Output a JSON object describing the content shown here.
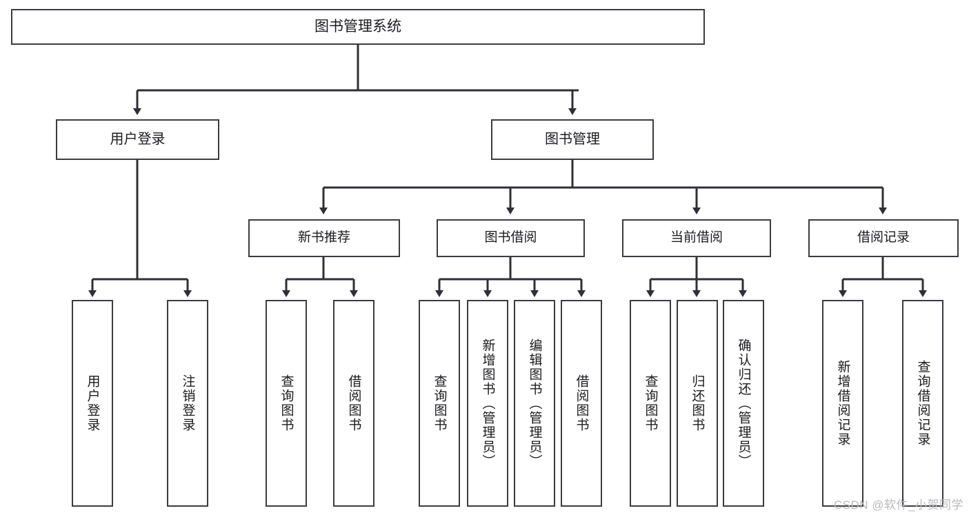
{
  "diagram": {
    "title": "图书管理系统",
    "watermark": "CSDN @软件_小贺同学",
    "line_color": "#3b3b42",
    "box_border_color": "#3b3b42",
    "box_fill_color": "#ffffff",
    "text_color": "#1b1b1f",
    "watermark_color": "#b9b9bd"
  },
  "nodes": {
    "root": {
      "label": "图书管理系统"
    },
    "level2": [
      {
        "label": "用户登录"
      },
      {
        "label": "图书管理"
      }
    ],
    "level3": [
      {
        "label": "新书推荐"
      },
      {
        "label": "图书借阅"
      },
      {
        "label": "当前借阅"
      },
      {
        "label": "借阅记录"
      }
    ],
    "leaves": {
      "user_login": [
        {
          "label": "用户登录"
        },
        {
          "label": "注销登录"
        }
      ],
      "new_book_recommend": [
        {
          "label": "查询图书"
        },
        {
          "label": "借阅图书"
        }
      ],
      "book_borrow": [
        {
          "label": "查询图书"
        },
        {
          "label": "新增图书（管理员）"
        },
        {
          "label": "编辑图书（管理员）"
        },
        {
          "label": "借阅图书"
        }
      ],
      "current_borrow": [
        {
          "label": "查询图书"
        },
        {
          "label": "归还图书"
        },
        {
          "label": "确认归还（管理员）"
        }
      ],
      "borrow_record": [
        {
          "label": "新增借阅记录"
        },
        {
          "label": "查询借阅记录"
        }
      ]
    }
  }
}
